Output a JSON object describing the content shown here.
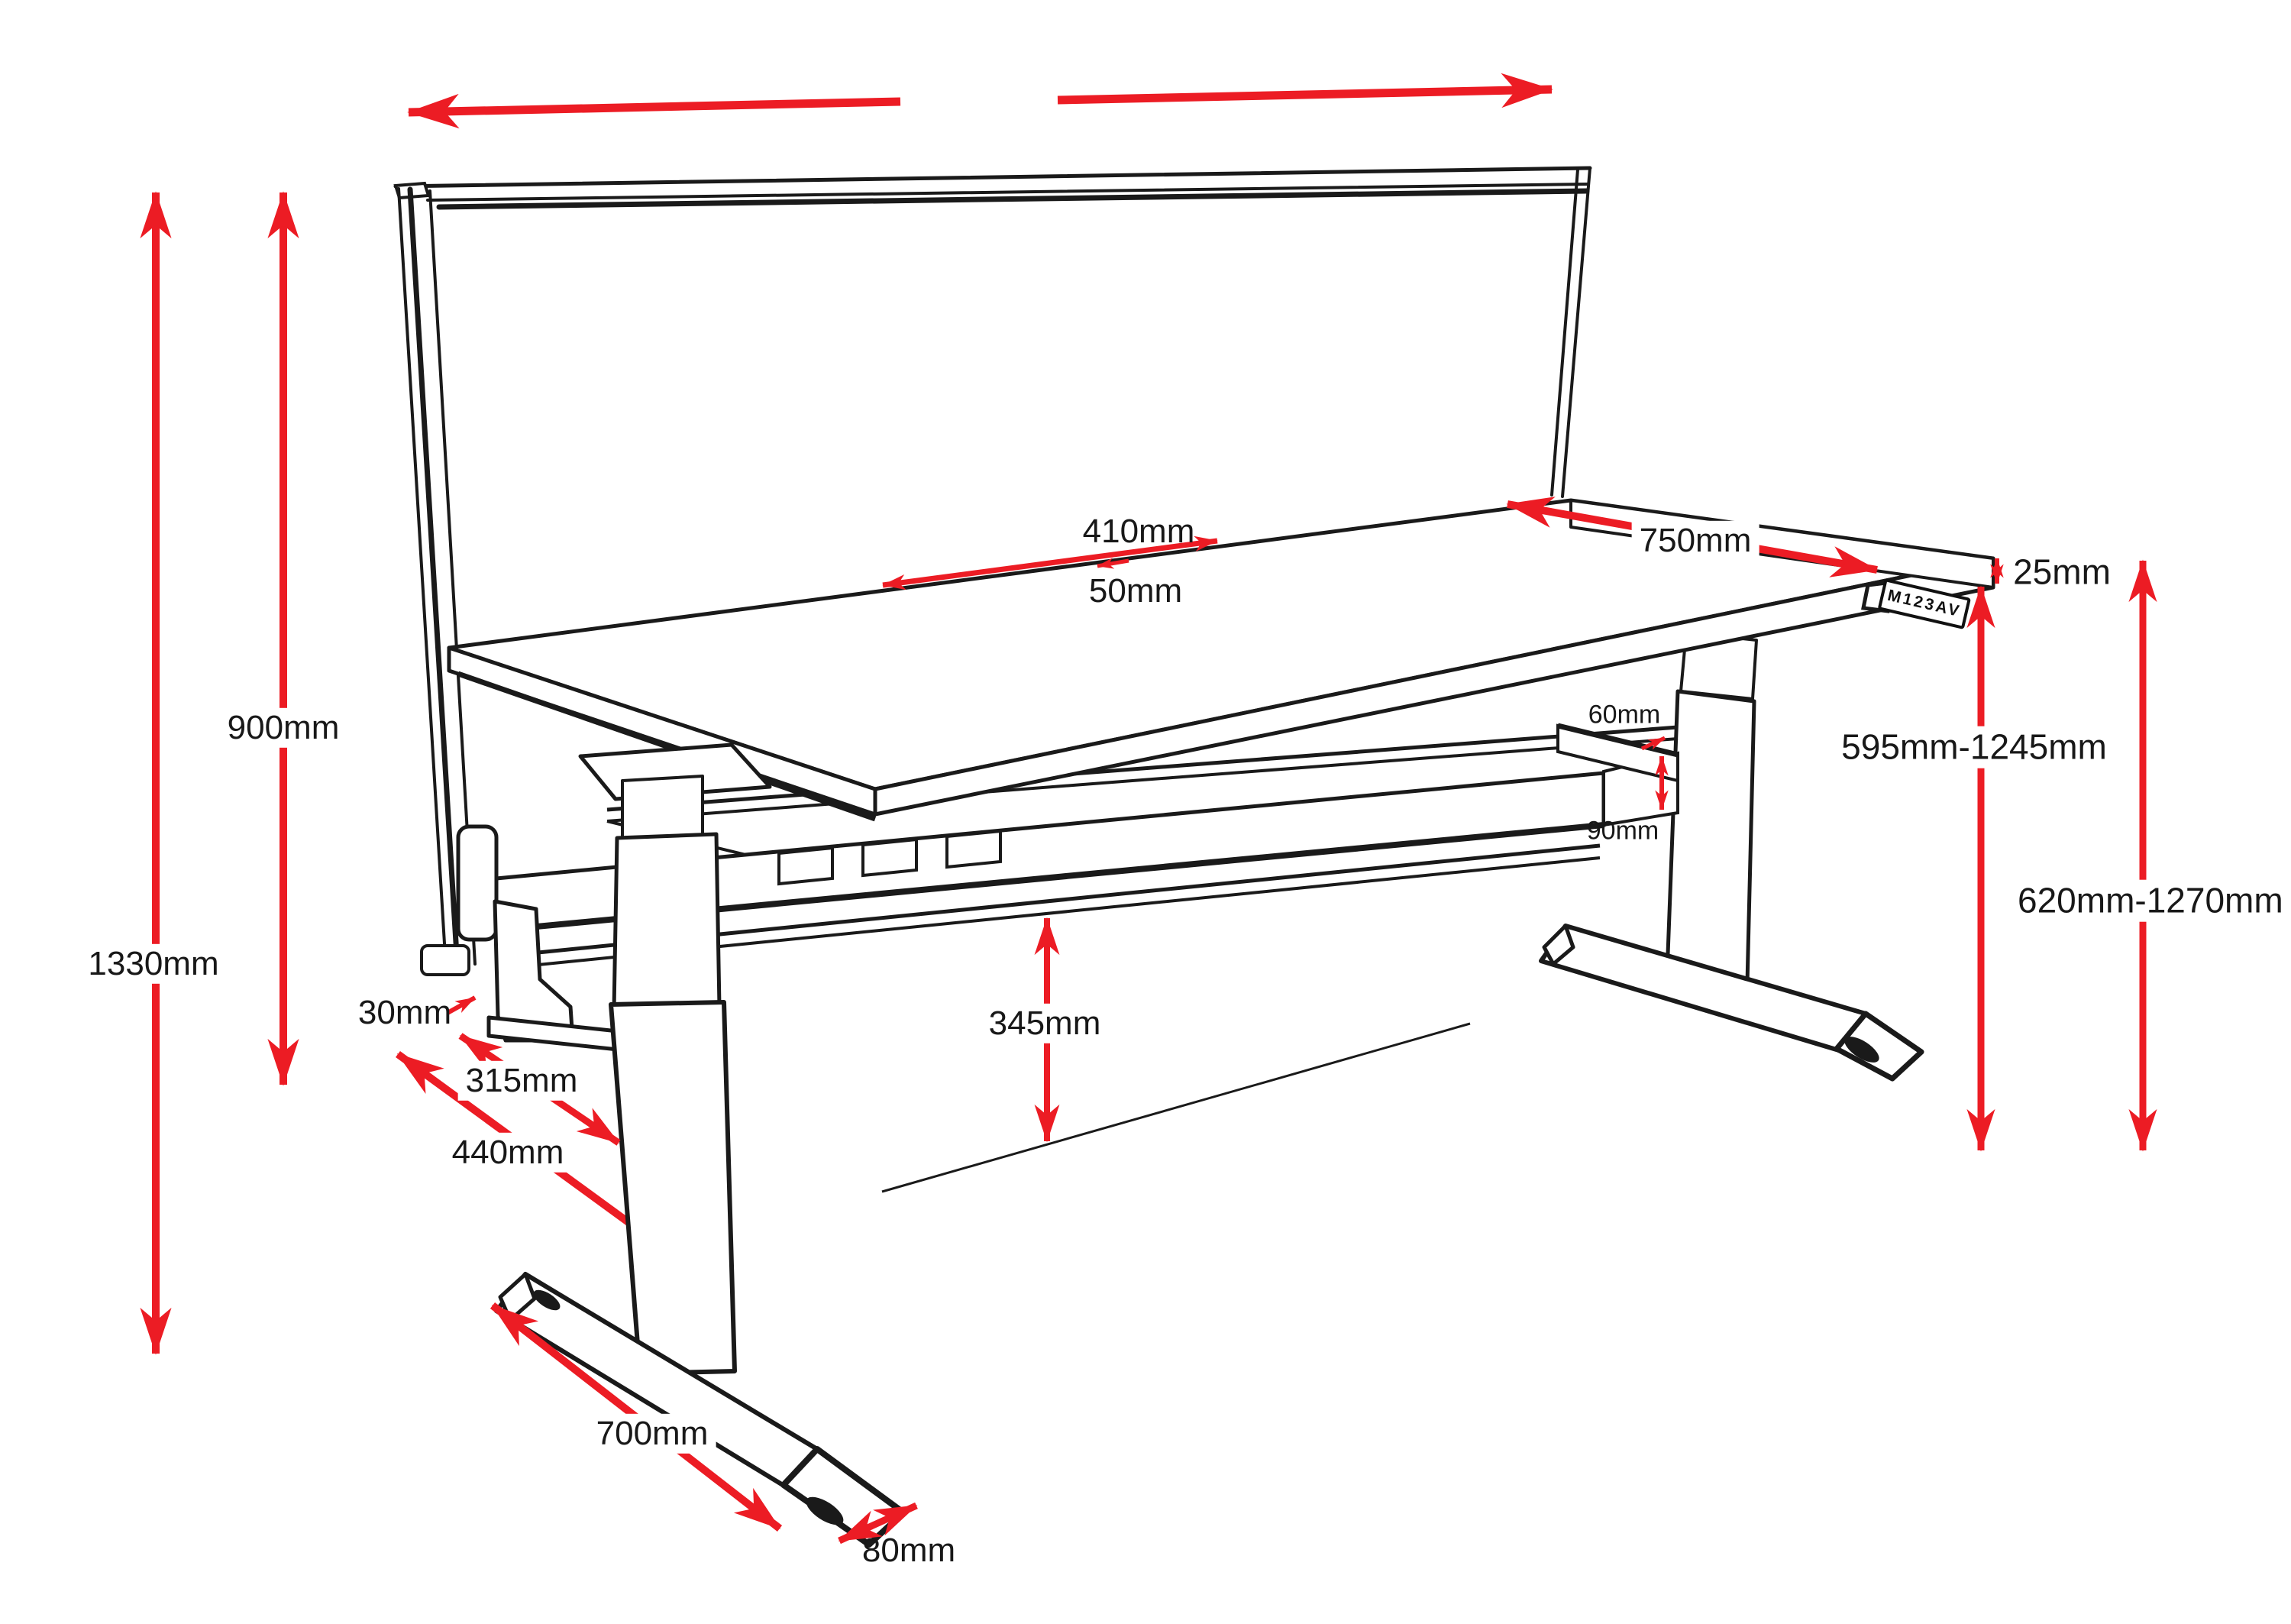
{
  "diagram": {
    "type": "technical dimension drawing",
    "subject": "Electric height adjustable desk with rear privacy screen",
    "accent_color": "#ec1c24",
    "line_color": "#1a1a1a"
  },
  "dimensions": {
    "overall_height": {
      "label": "1330mm"
    },
    "screen_height": {
      "label": "900mm"
    },
    "screen_thickness": {
      "label": "30mm"
    },
    "screen_bracket_offset": {
      "label": "315mm"
    },
    "leg_inset": {
      "label": "440mm"
    },
    "foot_length": {
      "label": "700mm"
    },
    "foot_width": {
      "label": "80mm"
    },
    "under_frame_clearance": {
      "label": "345mm"
    },
    "cable_slot_length": {
      "label": "410mm"
    },
    "cable_slot_width": {
      "label": "50mm"
    },
    "desktop_depth": {
      "label": "750mm"
    },
    "desktop_thickness": {
      "label": "25mm"
    },
    "frame_rail_height": {
      "label": "60mm"
    },
    "frame_rail_gap": {
      "label": "90mm"
    },
    "frame_height_range": {
      "label": "595mm-1245mm"
    },
    "desktop_height_range": {
      "label": "620mm-1270mm"
    }
  },
  "controller": {
    "text": "M123AV"
  }
}
